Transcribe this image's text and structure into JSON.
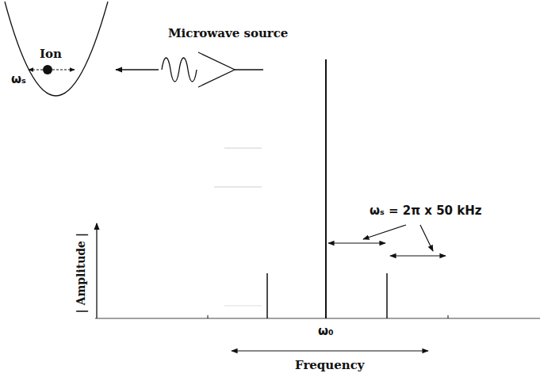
{
  "diagram": {
    "labels": [
      "Ion",
      "ωₛ",
      "Microwave source",
      "| Amplitude |",
      "ωₛ = 2π x 50 kHz",
      "ω₀",
      "Frequency"
    ]
  }
}
